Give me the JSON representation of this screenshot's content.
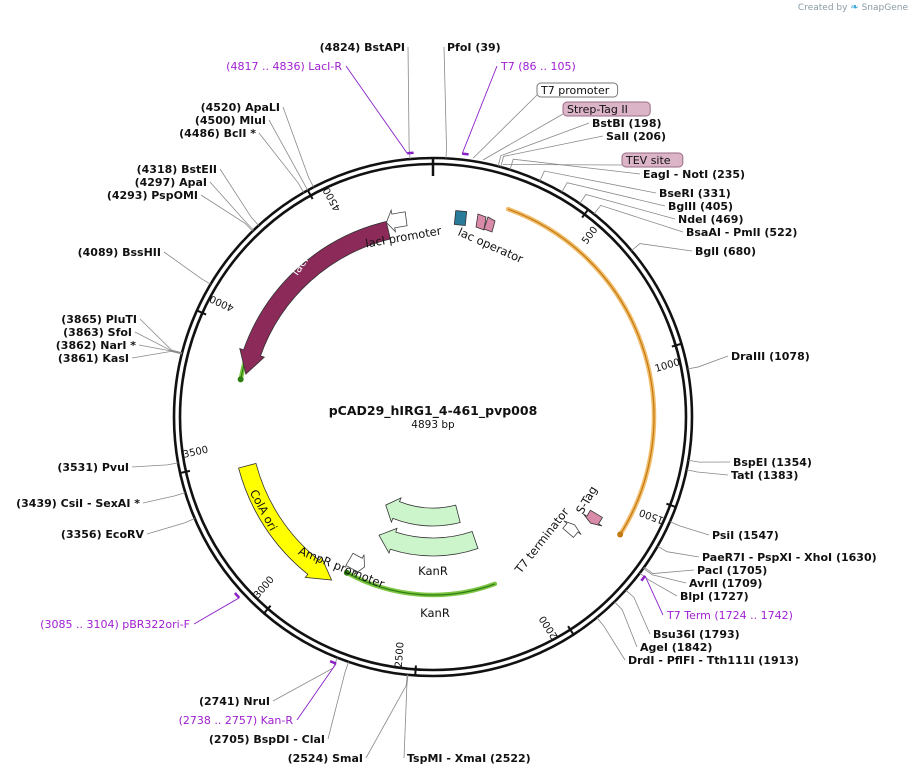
{
  "brand": {
    "prefix": "Created by",
    "name": "SnapGene"
  },
  "title": "pCAD29_hIRG1_4-461_pvp008",
  "length_label": "4893 bp",
  "total_bp": 4893,
  "ticks": [
    "500",
    "1000",
    "1500",
    "2000",
    "2500",
    "3000",
    "3500",
    "4000",
    "4500"
  ],
  "sites": [
    {
      "text": "(4824)  BstAPI",
      "bp": 4824
    },
    {
      "text": "PfoI  (39)",
      "bp": 39
    },
    {
      "text": "BstBI  (198)",
      "bp": 198
    },
    {
      "text": "SalI  (206)",
      "bp": 206
    },
    {
      "text": "EagI  - NotI  (235)",
      "bp": 235
    },
    {
      "text": "BseRI  (331)",
      "bp": 331
    },
    {
      "text": "BglII  (405)",
      "bp": 405
    },
    {
      "text": "NdeI  (469)",
      "bp": 469
    },
    {
      "text": "BsaAI  - PmlI  (522)",
      "bp": 522
    },
    {
      "text": "BglI  (680)",
      "bp": 680
    },
    {
      "text": "DraIII  (1078)",
      "bp": 1078
    },
    {
      "text": "BspEI  (1354)",
      "bp": 1354
    },
    {
      "text": "TatI  (1383)",
      "bp": 1383
    },
    {
      "text": "PsiI  (1547)",
      "bp": 1547
    },
    {
      "text": "PaeR7I  - PspXI  - XhoI  (1630)",
      "bp": 1630
    },
    {
      "text": "PacI  (1705)",
      "bp": 1705
    },
    {
      "text": "AvrII  (1709)",
      "bp": 1709
    },
    {
      "text": "BlpI  (1727)",
      "bp": 1727
    },
    {
      "text": "Bsu36I  (1793)",
      "bp": 1793
    },
    {
      "text": "AgeI  (1842)",
      "bp": 1842
    },
    {
      "text": "DrdI  - PflFI  - Tth111I  (1913)",
      "bp": 1913
    },
    {
      "text": "TspMI  - XmaI  (2522)",
      "bp": 2522
    },
    {
      "text": "(2524)  SmaI",
      "bp": 2524
    },
    {
      "text": "(2705)  BspDI  - ClaI",
      "bp": 2705
    },
    {
      "text": "(2741)  NruI",
      "bp": 2741
    },
    {
      "text": "(3356)  EcoRV",
      "bp": 3356
    },
    {
      "text": "(3439)  CsiI  - SexAI *",
      "bp": 3439
    },
    {
      "text": "(3531)  PvuI",
      "bp": 3531
    },
    {
      "text": "(3861)  KasI",
      "bp": 3861
    },
    {
      "text": "(3862)  NarI *",
      "bp": 3862
    },
    {
      "text": "(3863)  SfoI",
      "bp": 3863
    },
    {
      "text": "(3865)  PluTI",
      "bp": 3865
    },
    {
      "text": "(4089)  BssHII",
      "bp": 4089
    },
    {
      "text": "(4293)  PspOMI",
      "bp": 4293
    },
    {
      "text": "(4297)  ApaI",
      "bp": 4297
    },
    {
      "text": "(4318)  BstEII",
      "bp": 4318
    },
    {
      "text": "(4486)  BclI *",
      "bp": 4486
    },
    {
      "text": "(4500)  MluI",
      "bp": 4500
    },
    {
      "text": "(4520)  ApaLI",
      "bp": 4520
    }
  ],
  "primers": [
    {
      "text": "(4817 .. 4836)  LacI-R",
      "start": 4817,
      "end": 4836
    },
    {
      "text": "T7     (86 .. 105)",
      "start": 86,
      "end": 105
    },
    {
      "text": "T7 Term    (1724 .. 1742)",
      "start": 1724,
      "end": 1742
    },
    {
      "text": "(3085 .. 3104)  pBR322ori-F",
      "start": 3085,
      "end": 3104
    },
    {
      "text": "(2738 .. 2757)  Kan-R",
      "start": 2738,
      "end": 2757
    }
  ],
  "boxed_features": [
    {
      "text": "T7 promoter",
      "style": "white",
      "bp": 120
    },
    {
      "text": "Strep-Tag II",
      "style": "pink",
      "bp": 150
    },
    {
      "text": "TEV site",
      "style": "pink",
      "bp": 210
    }
  ],
  "features": [
    {
      "name": "lacI",
      "label": "lacI",
      "color": "#8c2a5a",
      "start": 3845,
      "end": 4710,
      "dir": -1
    },
    {
      "name": "lacI-promoter",
      "label": "lacI promoter",
      "color": "#ffffff",
      "start": 4710,
      "end": 4788,
      "dir": -1
    },
    {
      "name": "lac-operator",
      "label": "lac operator",
      "color": "#2a7a9a",
      "start": 4840,
      "end": 4864,
      "dir": 0
    },
    {
      "name": "colA-ori",
      "label": "ColA ori",
      "color": "#ffff00",
      "start": 2880,
      "end": 3470,
      "dir": -1
    },
    {
      "name": "ampr-promoter",
      "label": "AmpR promoter",
      "color": "#ffffff",
      "start": 2780,
      "end": 2860,
      "dir": -1
    },
    {
      "name": "kanr-outer",
      "label": "KanR",
      "color": "#ccf5cc",
      "start": 2190,
      "end": 2780,
      "dir": 1
    },
    {
      "name": "kanr-inner",
      "label": "KanR",
      "color": "#ccf5cc",
      "start": 2250,
      "end": 2830,
      "dir": 1
    },
    {
      "name": "t7-terminator",
      "label": "T7 terminator",
      "color": "#ffffff",
      "start": 1730,
      "end": 1775,
      "dir": -1
    },
    {
      "name": "s-tag",
      "label": "S-Tag",
      "color": "#d88aa8",
      "start": 1640,
      "end": 1685,
      "dir": 1
    }
  ],
  "selection_arcs": [
    {
      "name": "orange-orf",
      "color": "#f0b050",
      "start": 270,
      "end": 1660
    },
    {
      "name": "green-orf-left",
      "color": "#66bb22",
      "start": 3820,
      "end": 4640
    },
    {
      "name": "green-orf-bottom",
      "color": "#66bb22",
      "start": 2170,
      "end": 2840
    }
  ]
}
